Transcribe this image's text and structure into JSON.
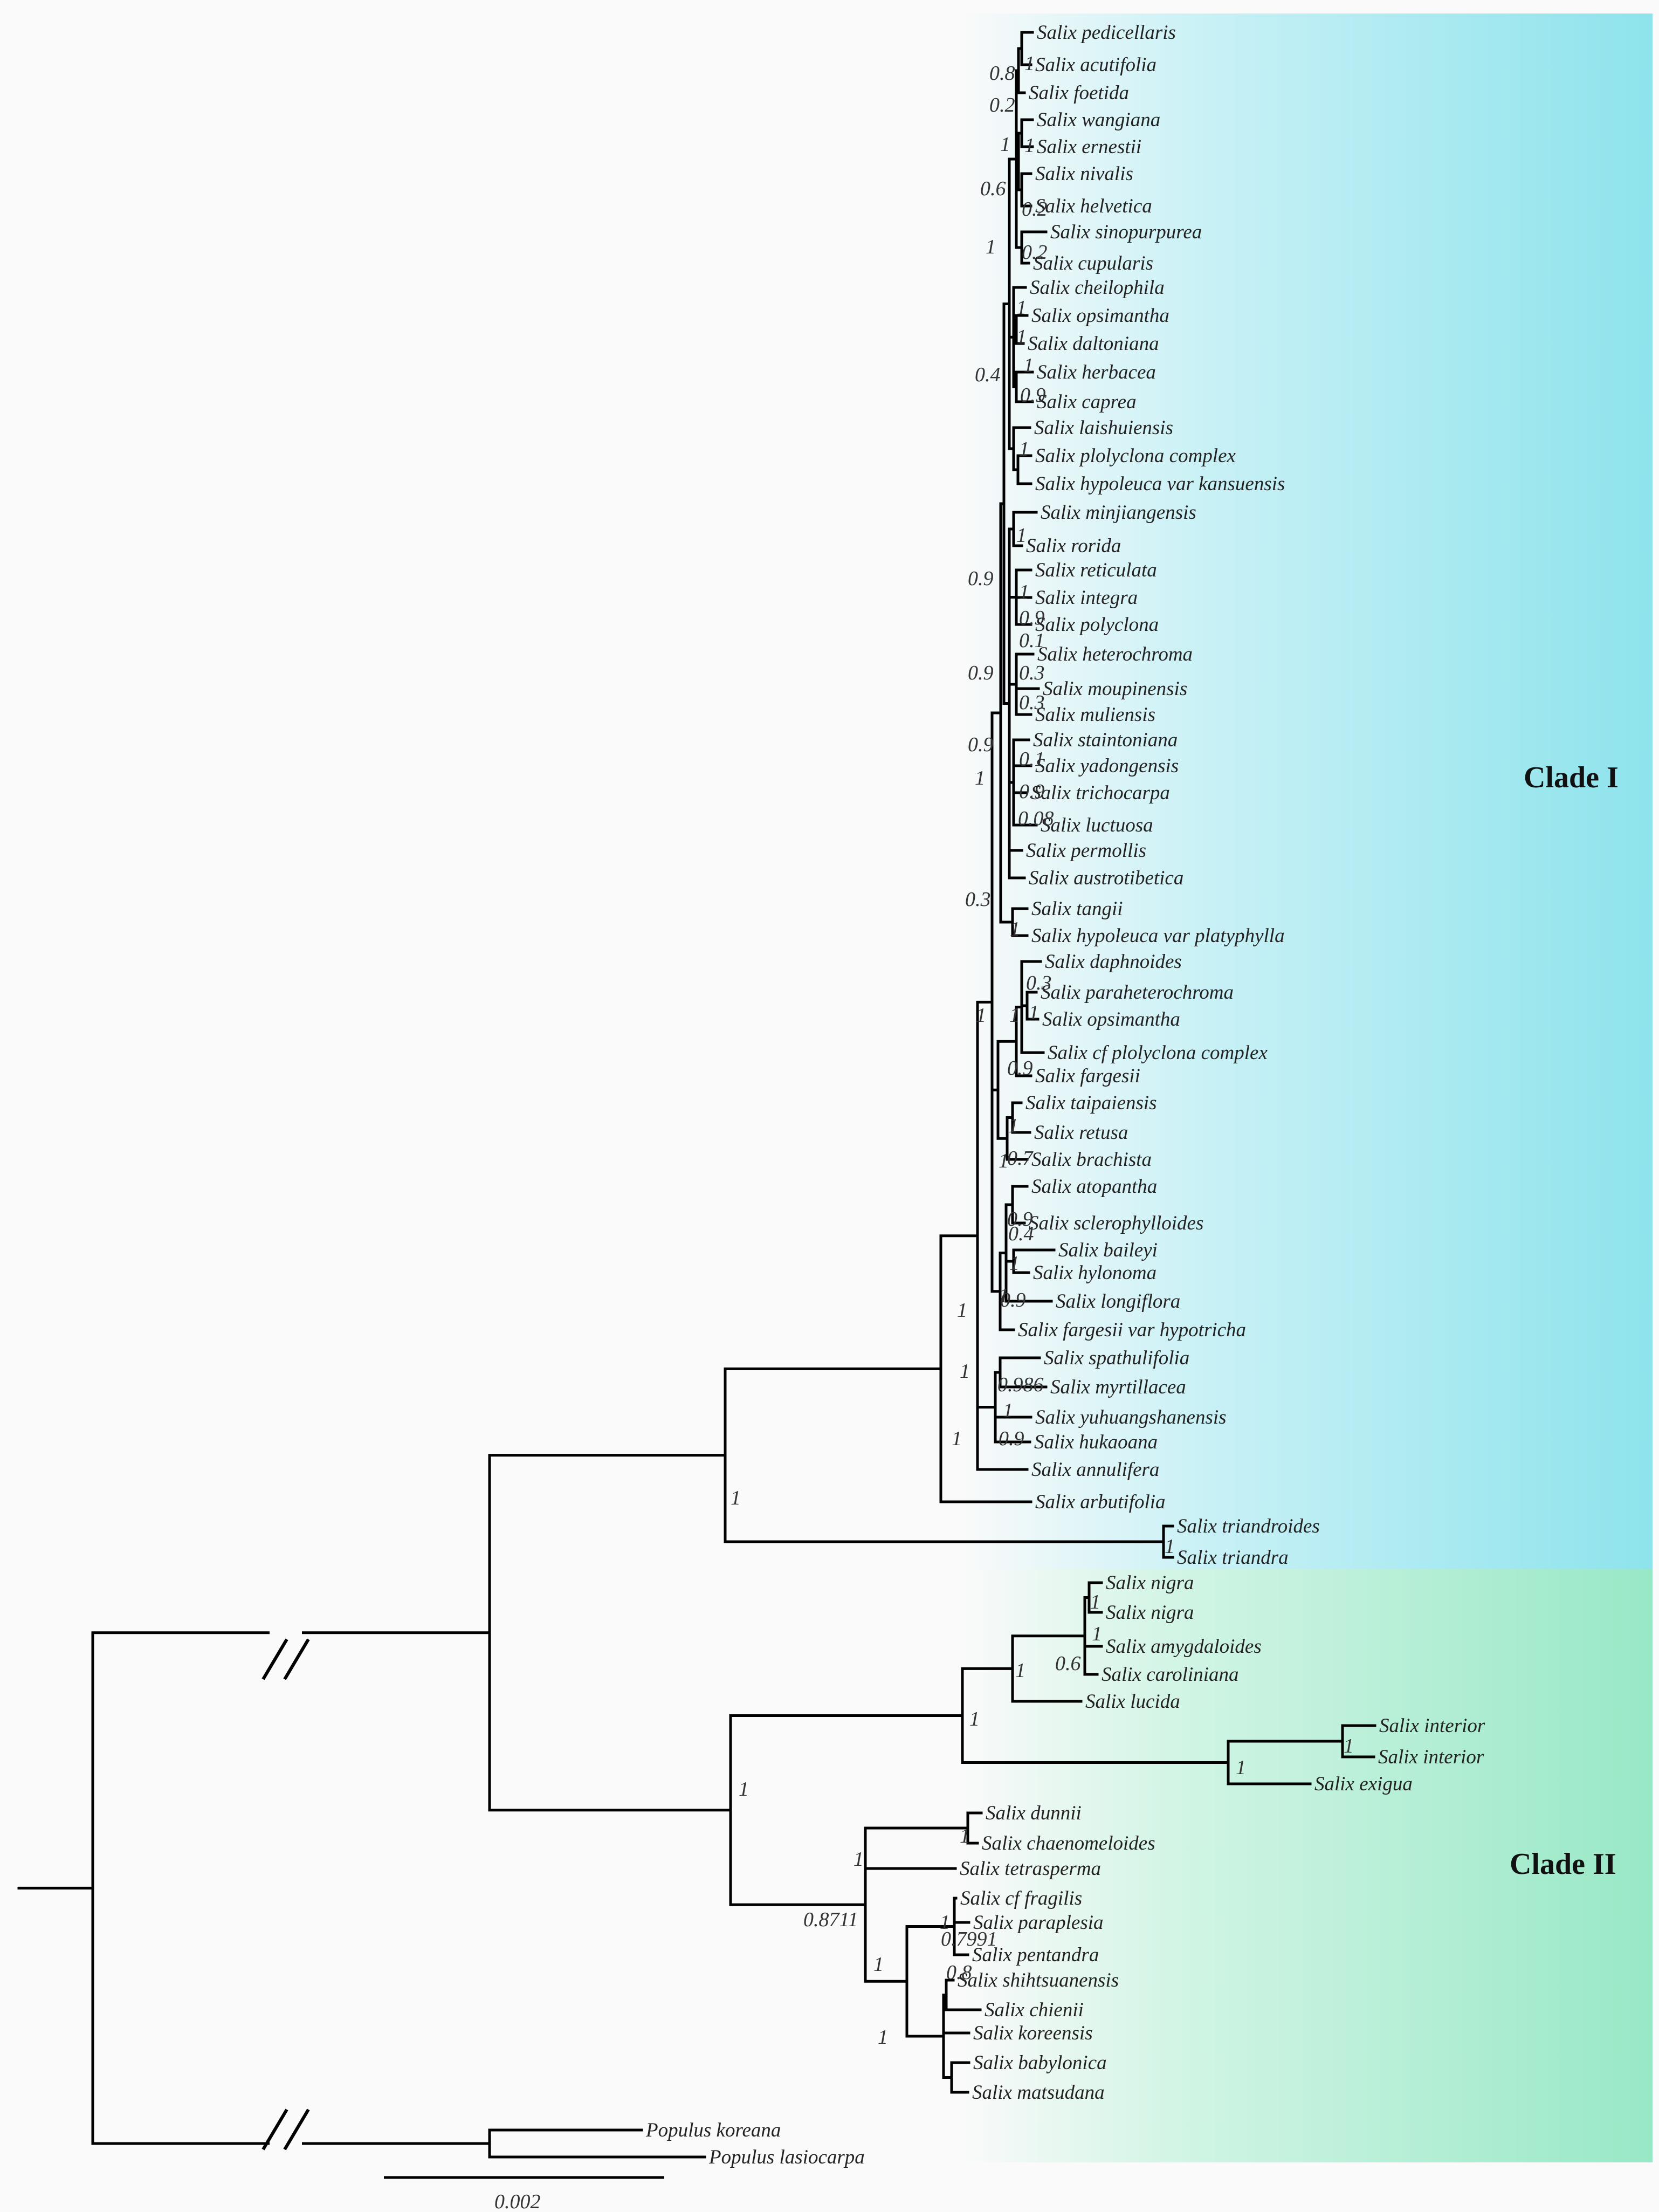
{
  "colors": {
    "background": "#fafafa",
    "clade1": "#8ee3ec",
    "clade2": "#98e8c6",
    "branch": "#000000"
  },
  "clades": [
    {
      "label": "Clade I"
    },
    {
      "label": "Clade II"
    }
  ],
  "scale_bar": {
    "label": "0.002"
  },
  "taxa": [
    "Salix pedicellaris",
    "Salix acutifolia",
    "Salix foetida",
    "Salix wangiana",
    "Salix ernestii",
    "Salix nivalis",
    "Salix helvetica",
    "Salix sinopurpurea",
    "Salix cupularis",
    "Salix cheilophila",
    "Salix opsimantha",
    "Salix daltoniana",
    "Salix herbacea",
    "Salix caprea",
    "Salix laishuiensis",
    "Salix plolyclona complex",
    "Salix hypoleuca var kansuensis",
    "Salix minjiangensis",
    "Salix rorida",
    "Salix reticulata",
    "Salix integra",
    "Salix polyclona",
    "Salix heterochroma",
    "Salix moupinensis",
    "Salix muliensis",
    "Salix staintoniana",
    "Salix yadongensis",
    "Salix trichocarpa",
    "Salix luctuosa",
    "Salix permollis",
    "Salix austrotibetica",
    "Salix tangii",
    "Salix hypoleuca var platyphylla",
    "Salix daphnoides",
    "Salix paraheterochroma",
    "Salix opsimantha",
    "Salix cf plolyclona complex",
    "Salix fargesii",
    "Salix taipaiensis",
    "Salix retusa",
    "Salix brachista",
    "Salix atopantha",
    "Salix sclerophylloides",
    "Salix baileyi",
    "Salix hylonoma",
    "Salix longiflora",
    "Salix fargesii var hypotricha",
    "Salix spathulifolia",
    "Salix myrtillacea",
    "Salix yuhuangshanensis",
    "Salix hukaoana",
    "Salix annulifera",
    "Salix arbutifolia",
    "Salix triandroides",
    "Salix triandra",
    "Salix nigra",
    "Salix nigra",
    "Salix amygdaloides",
    "Salix caroliniana",
    "Salix lucida",
    "Salix interior",
    "Salix interior",
    "Salix exigua",
    "Salix dunnii",
    "Salix chaenomeloides",
    "Salix tetrasperma",
    "Salix cf fragilis",
    "Salix paraplesia",
    "Salix pentandra",
    "Salix shihtsuanensis",
    "Salix chienii",
    "Salix koreensis",
    "Salix babylonica",
    "Salix matsudana",
    "Populus koreana",
    "Populus lasiocarpa"
  ],
  "supports": [
    "0.8",
    "1",
    "0.2",
    "1",
    "1",
    "0.6",
    "0.2",
    "1",
    "0.2",
    "0.4",
    "1",
    "1",
    "1",
    "0.9",
    "1",
    "1",
    "0.9",
    "1",
    "0.9",
    "0.1",
    "0.9",
    "0.3",
    "0.3",
    "0.9",
    "0.1",
    "1",
    "0.9",
    "0.08",
    "0.3",
    "1",
    "1",
    "0.3",
    "1",
    "1",
    "0.9",
    "1",
    "1",
    "0.7",
    "0.9",
    "0.4",
    "1",
    "1",
    "0.9",
    "1",
    "0.986",
    "1",
    "0.9",
    "1",
    "1",
    "1",
    "1",
    "1",
    "1",
    "0.6",
    "1",
    "1",
    "1",
    "1",
    "1",
    "0.8711",
    "1",
    "1",
    "1",
    "0.7991",
    "0.8",
    "1",
    "1"
  ]
}
